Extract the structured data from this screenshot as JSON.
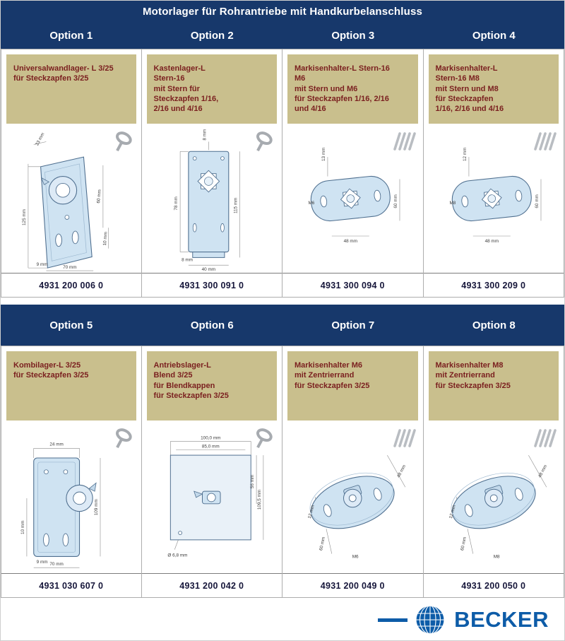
{
  "title": "Motorlager für Rohrantriebe mit Handkurbelanschluss",
  "options": [
    {
      "label": "Option 1",
      "description": "Universalwandlager- L 3/25\nfür Steckzapfen 3/25",
      "part_number": "4931 200 006 0",
      "icon": "round-crank-icon",
      "dims": [
        "23 mm",
        "125 mm",
        "60 mm",
        "10 mm",
        "9 mm",
        "70 mm"
      ]
    },
    {
      "label": "Option 2",
      "description": "Kastenlager-L\nStern-16\nmit Stern für\nSteckzapfen 1/16,\n2/16 und 4/16",
      "part_number": "4931 300 091 0",
      "icon": "round-crank-icon",
      "dims": [
        "8 mm",
        "78 mm",
        "115 mm",
        "40 mm",
        "8 mm"
      ]
    },
    {
      "label": "Option 3",
      "description": "Markisenhalter-L Stern-16\nM6\nmit Stern und M6\nfür Steckzapfen 1/16, 2/16\nund 4/16",
      "part_number": "4931 300 094 0",
      "icon": "slash-crank-icon",
      "dims": [
        "13 mm",
        "M6",
        "60 mm",
        "48 mm"
      ]
    },
    {
      "label": "Option 4",
      "description": "Markisenhalter-L\nStern-16 M8\nmit Stern und M8\nfür Steckzapfen\n1/16, 2/16 und 4/16",
      "part_number": "4931 300 209 0",
      "icon": "slash-crank-icon",
      "dims": [
        "12 mm",
        "M8",
        "60 mm",
        "48 mm"
      ]
    },
    {
      "label": "Option 5",
      "description": "Kombilager-L 3/25\nfür Steckzapfen 3/25",
      "part_number": "4931 030 607 0",
      "icon": "round-crank-icon",
      "dims": [
        "24 mm",
        "109 mm",
        "9 mm",
        "10 mm",
        "70 mm"
      ]
    },
    {
      "label": "Option 6",
      "description": "Antriebslager-L\nBlend 3/25\nfür Blendkappen\nfür Steckzapfen 3/25",
      "part_number": "4931 200 042 0",
      "icon": "round-crank-icon",
      "dims": [
        "100,0 mm",
        "85,0 mm",
        "56 mm",
        "109,5 mm",
        "Ø 6,8 mm"
      ]
    },
    {
      "label": "Option 7",
      "description": "Markisenhalter M6\nmit Zentrierrand\nfür Steckzapfen 3/25",
      "part_number": "4931 200 049 0",
      "icon": "slash-crank-icon",
      "dims": [
        "48 mm",
        "12 mm",
        "60 mm",
        "M6"
      ]
    },
    {
      "label": "Option 8",
      "description": "Markisenhalter M8\nmit Zentrierrand\nfür Steckzapfen 3/25",
      "part_number": "4931 200 050 0",
      "icon": "slash-crank-icon",
      "dims": [
        "48 mm",
        "12 mm",
        "60 mm",
        "M8"
      ]
    }
  ],
  "footer": {
    "brand": "BECKER"
  },
  "colors": {
    "header_navy": "#17386b",
    "panel_khaki": "#c9bf8d",
    "panel_text_red": "#7a1f1f",
    "drawing_fill": "#cfe3f2",
    "drawing_stroke": "#4f6f8f",
    "brand_blue": "#0d5ca8"
  }
}
